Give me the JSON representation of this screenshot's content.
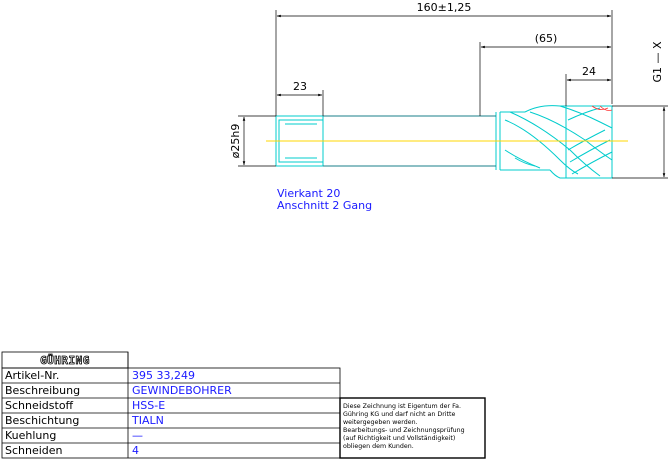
{
  "dimensions": {
    "overall_length": "160±1,25",
    "flute_section": "(65)",
    "square_length": "23",
    "thread_length": "24",
    "shank_diameter": "ø25h9",
    "thread_size": "G1 — X"
  },
  "notes": {
    "line1": "Vierkant 20",
    "line2": "Anschnitt 2 Gang"
  },
  "title_block": {
    "logo": "GÜHRING",
    "rows": [
      {
        "label": "Artikel-Nr.",
        "value": "395  33,249"
      },
      {
        "label": "Beschreibung",
        "value": "GEWINDEBOHRER"
      },
      {
        "label": "Schneidstoff",
        "value": "HSS-E"
      },
      {
        "label": "Beschichtung",
        "value": "TIALN"
      },
      {
        "label": "Kuehlung",
        "value": "—"
      },
      {
        "label": "Schneiden",
        "value": "4"
      }
    ]
  },
  "notice": {
    "lines": [
      "Diese Zeichnung ist Eigentum der Fa.",
      "Gühring KG und darf nicht an Dritte",
      "weitergegeben werden.",
      "Bearbeitungs- und Zeichnungsprüfung",
      "(auf Richtigkeit und Vollständigkeit)",
      "obliegen dem Kunden."
    ]
  },
  "colors": {
    "outline": "#00cccc",
    "dimension": "#000000",
    "centerline": "#ffd700",
    "notes": "#1a1aff",
    "accent": "#ff3333"
  }
}
